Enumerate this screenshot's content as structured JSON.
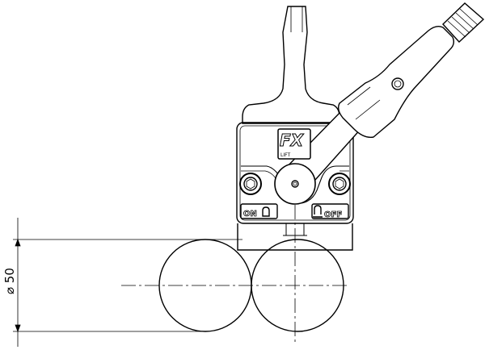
{
  "drawing": {
    "dimension_label": "⌀ 50",
    "on_label": "ON",
    "off_label": "OFF",
    "logo_text": "FX",
    "logo_subtext": "LIFT",
    "line_color": "#000000",
    "background": "#ffffff"
  }
}
